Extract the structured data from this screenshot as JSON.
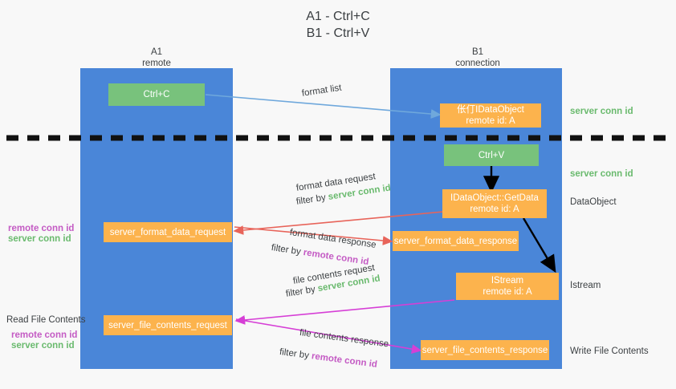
{
  "title": {
    "line1": "A1 - Ctrl+C",
    "line2": "B1 - Ctrl+V"
  },
  "lanes": [
    {
      "name": "A1",
      "sub": "remote"
    },
    {
      "name": "B1",
      "sub": "connection"
    }
  ],
  "boxes": {
    "ctrl_c": "Ctrl+C",
    "ctrl_v": "Ctrl+V",
    "idataobject": {
      "line1": "伥仃IDataObject",
      "line2": "remote id: A"
    },
    "getdata": {
      "line1": "IDataObject::GetData",
      "line2": "remote id: A"
    },
    "istream": {
      "line1": "IStream",
      "line2": "remote id: A"
    },
    "server_format_data_request": "server_format_data_request",
    "server_format_data_response": "server_format_data_response",
    "server_file_contents_request": "server_file_contents_request",
    "server_file_contents_response": "server_file_contents_response"
  },
  "edge_labels": {
    "format_list": "format list",
    "format_data_request": "format data request",
    "format_data_request_filter_pre": "filter by ",
    "format_data_request_filter_key": "server conn id",
    "format_data_response": "format data response",
    "format_data_response_filter_pre": "filter by ",
    "format_data_response_filter_key": "remote conn id",
    "file_contents_request": "file contents request",
    "file_contents_request_filter_pre": "filter by ",
    "file_contents_request_filter_key": "server conn id",
    "file_contents_response": "file contents response",
    "file_contents_response_filter_pre": "filter by ",
    "file_contents_response_filter_key": "remote conn id"
  },
  "annotations": {
    "right_server_conn_id_top": "server conn id",
    "right_server_conn_id_mid": "server conn id",
    "right_dataobject": "DataObject",
    "right_istream": "Istream",
    "right_write_file_contents": "Write File Contents",
    "left_read_file_contents": "Read File Contents",
    "left_remote_conn_id_1": "remote conn id",
    "left_server_conn_id_1": "server conn id",
    "left_remote_conn_id_2": "remote conn id",
    "left_server_conn_id_2": "server conn id"
  },
  "colors": {
    "lane": "#4a86d8",
    "green_box": "#78c27c",
    "orange_box": "#fcb34d",
    "server_conn_id": "#6aba6e",
    "remote_conn_id": "#c45bc4",
    "arrow_blue": "#6fa8dc",
    "arrow_red": "#e8645a",
    "arrow_magenta": "#d63fd6",
    "arrow_black": "#000000",
    "background": "#f8f8f8"
  }
}
